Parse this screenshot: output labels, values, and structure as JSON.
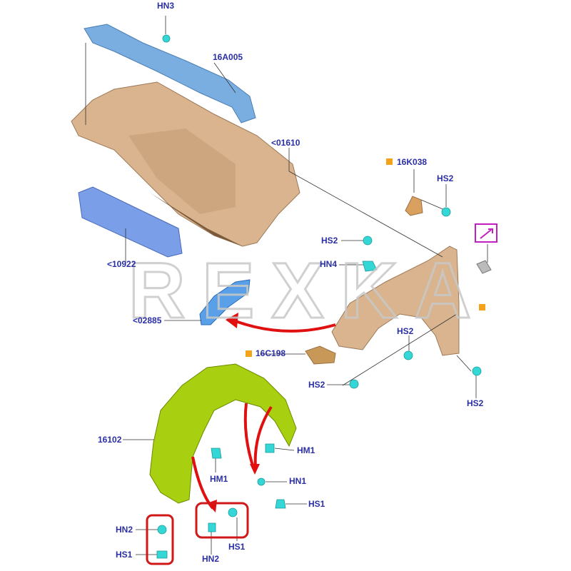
{
  "watermark": "REXKA",
  "colors": {
    "label": "#2b2fa6",
    "arrow": "#e01010",
    "highlight_box": "#d01818",
    "accent_square": "#f4a21a",
    "magenta_icon": "#c020c0",
    "fastener": "#34d6d6",
    "panel_beige": "#d9b48f",
    "liner_green": "#a8d010",
    "bracket_blue": "#7aaee0"
  },
  "labels": {
    "hn3": "HN3",
    "p16a005": "16A005",
    "p01610": "<01610",
    "p16k038": "16K038",
    "hs2_top": "HS2",
    "hs2_mid": "HS2",
    "hn4": "HN4",
    "p10922": "<10922",
    "p02885": "<02885",
    "hs2_fender": "HS2",
    "p16c198": "16C198",
    "hs2_lower": "HS2",
    "hs2_right": "HS2",
    "p16102": "16102",
    "hm1_right": "HM1",
    "hm1_left": "HM1",
    "hn1": "HN1",
    "hs1_right": "HS1",
    "hn2_box1": "HN2",
    "hs1_box1": "HS1",
    "hn2_box2": "HN2",
    "hs1_box2": "HS1"
  }
}
